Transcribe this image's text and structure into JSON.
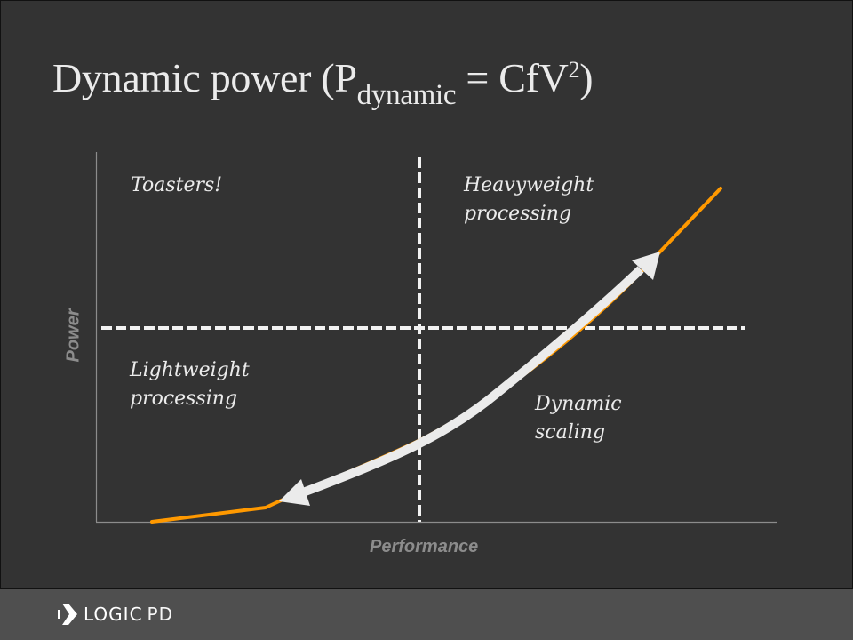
{
  "slide": {
    "title": {
      "prefix": "Dynamic power (P",
      "subscript": "dynamic",
      "middle": " = CfV",
      "superscript": "2",
      "suffix": ")"
    }
  },
  "diagram": {
    "x_axis_label": "Performance",
    "y_axis_label": "Power",
    "quadrants": {
      "top_left": "Toasters!",
      "top_right": "Heavyweight\nprocessing",
      "bottom_left": "Lightweight\nprocessing",
      "bottom_right_annotation": "Dynamic\nscaling"
    },
    "colors": {
      "background": "#333333",
      "curve": "#ff9900",
      "arrow": "#ebebeb",
      "dashed_lines": "#f2f2f2",
      "axis": "#8c8c8c",
      "axis_label": "#8c8c8c"
    },
    "curve_description": "Power rises superlinearly with performance; double-headed arrow shows dynamic scaling along curve"
  },
  "footer": {
    "logo_bold": "LOGIC",
    "logo_light": "PD"
  }
}
